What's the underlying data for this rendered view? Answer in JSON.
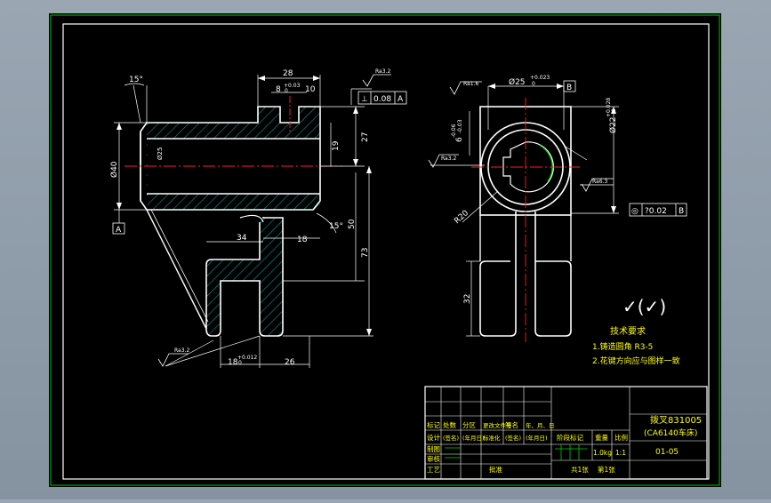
{
  "drawing": {
    "colors": {
      "background": "#000000",
      "frame": "#00c400",
      "outline": "#ffffff",
      "centerline": "#ff2020",
      "hatch": "#00b4b4",
      "dimension": "#ffffff",
      "titleblock_text": "#ffff00",
      "titleblock_green": "#00d000"
    },
    "front_view": {
      "dim_angle_top": "15°",
      "dim_width_28": "28",
      "dim_slot": "8",
      "dim_slot_tol": "+0.03",
      "dim_slot_tol_lower": "0",
      "dim_10": "10",
      "dim_27": "27",
      "dim_19": "19",
      "dim_diameter_40": "Ø40",
      "dim_bore": "Ø25",
      "dim_34": "34",
      "dim_18_mid": "18",
      "dim_angle_lower": "15°",
      "dim_50": "50",
      "dim_73": "73",
      "dim_18_bottom": "18",
      "dim_18_tol": "+0.012",
      "dim_18_tol_lower": "0",
      "dim_26": "26",
      "roughness_top": "Ra3.2",
      "roughness_bottom": "Ra3.2",
      "datum_label": "A",
      "tolerance_symbol": "⊥",
      "tolerance_value": "0.08",
      "tolerance_datum": "A"
    },
    "side_view": {
      "dim_diameter": "Ø25",
      "dim_diameter_tol": "+0.023",
      "dim_diameter_tol_lower": "0",
      "datum_label": "B",
      "dim_6": "6",
      "dim_6_tol_upper": "-0.06",
      "dim_6_tol_lower": "-0.03",
      "dim_22": "Ø22",
      "dim_22_tol": "+0.028",
      "dim_22_tol_lower": "0",
      "roughness_left": "Ra1.6",
      "roughness_mid": "Ra3.2",
      "roughness_right": "Ra6.3",
      "dim_r20": "R20",
      "dim_32": "32",
      "tolerance_symbol": "◎",
      "tolerance_value": "?0.02",
      "tolerance_datum": "B"
    },
    "notes": {
      "roughness_symbol": "✓(✓)",
      "title": "技术要求",
      "line1": "1.铸造圆角 R3-5",
      "line2": "2.花键方向应与图样一致"
    },
    "title_block": {
      "part_name": "拨叉831005",
      "machine": "(CA6140车床)",
      "drawing_no": "01-05",
      "row_labels": [
        "标记",
        "处数",
        "分区",
        "更改文件号",
        "签名",
        "年、月、日"
      ],
      "row2": [
        "设计",
        "(签名)",
        "(年月日)",
        "标准化",
        "(签名)",
        "(年月日)"
      ],
      "left_labels": [
        "制图",
        "审核",
        "工艺"
      ],
      "approve": "批准",
      "stage_label": "阶段标记",
      "weight_label": "重量",
      "scale_label": "比例",
      "weight_value": "1.0kg",
      "scale_value": "1:1",
      "sheets_total": "共1张",
      "sheet_no": "第1张"
    }
  }
}
